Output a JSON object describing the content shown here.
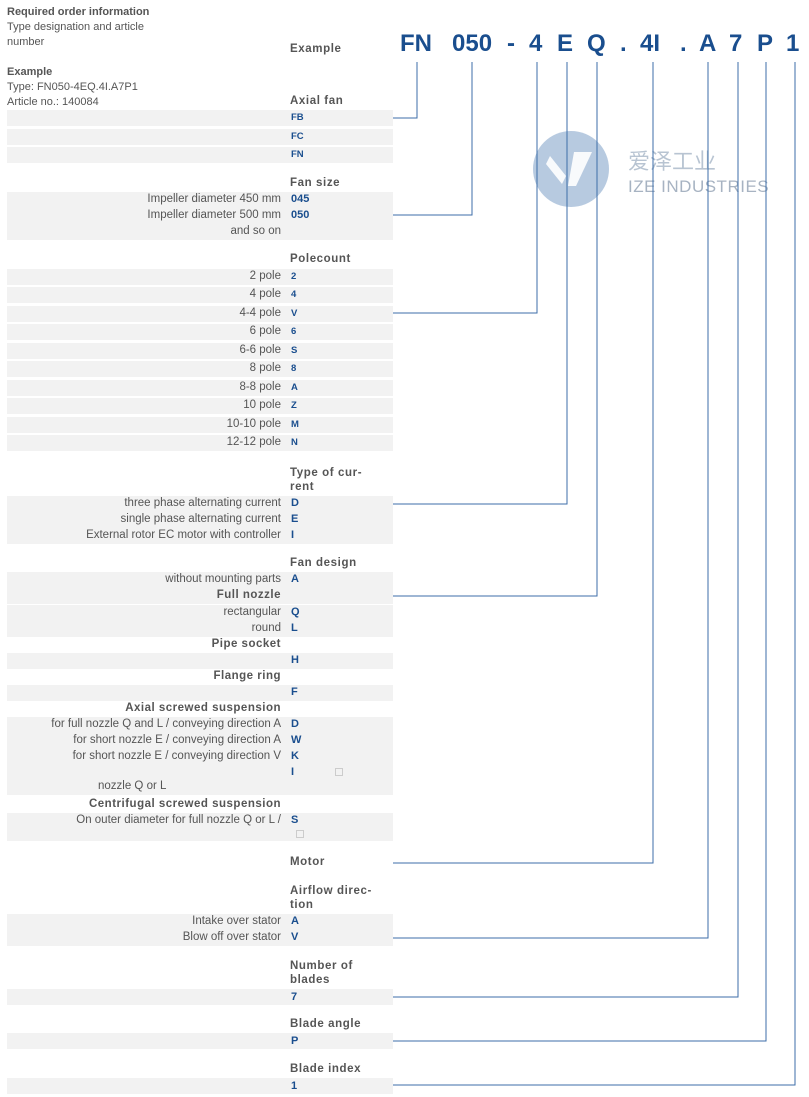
{
  "intro": {
    "required": "Required order information",
    "type_desig": "Type designation and article",
    "number": "number",
    "example": "Example",
    "type_line": "Type: FN050-4EQ.4I.A7P1",
    "article_line": "Article no.: 140084"
  },
  "header_example": "Example",
  "code_parts": [
    "FN",
    "050",
    "-",
    "4",
    "E",
    "Q",
    ".",
    "4I",
    ".",
    "A",
    "7",
    "P",
    "1"
  ],
  "watermark": {
    "cn": "爱泽工业",
    "en": "IZE INDUSTRIES"
  },
  "sections": {
    "axial_fan": {
      "title": "Axial fan",
      "rows": [
        [
          "",
          "FB"
        ],
        [
          "",
          "FC"
        ],
        [
          "",
          "FN"
        ]
      ]
    },
    "fan_size": {
      "title": "Fan size",
      "rows": [
        [
          "Impeller diameter 450 mm",
          "045"
        ],
        [
          "Impeller diameter 500 mm",
          "050"
        ],
        [
          "and so on",
          ""
        ]
      ]
    },
    "polecount": {
      "title": "Polecount",
      "rows": [
        [
          "2 pole",
          "2"
        ],
        [
          "4 pole",
          "4"
        ],
        [
          "4-4 pole",
          "V"
        ],
        [
          "6 pole",
          "6"
        ],
        [
          "6-6 pole",
          "S"
        ],
        [
          "8 pole",
          "8"
        ],
        [
          "8-8 pole",
          "A"
        ],
        [
          "10 pole",
          "Z"
        ],
        [
          "10-10 pole",
          "M"
        ],
        [
          "12-12 pole",
          "N"
        ]
      ]
    },
    "current": {
      "title1": "Type of cur-",
      "title2": "rent",
      "rows": [
        [
          "three phase alternating current",
          "D"
        ],
        [
          "single phase alternating current",
          "E"
        ],
        [
          "External rotor EC motor with controller",
          "I"
        ]
      ]
    },
    "design": {
      "title": "Fan design",
      "r0": [
        "without mounting parts",
        "A"
      ],
      "full_nozzle": "Full nozzle",
      "r1": [
        "rectangular",
        "Q"
      ],
      "r2": [
        "round",
        "L"
      ],
      "pipe_socket": "Pipe socket",
      "r3": [
        "",
        "H"
      ],
      "flange_ring": "Flange ring",
      "r4": [
        "",
        "F"
      ],
      "axial_susp": "Axial screwed suspension",
      "r5": [
        "for full nozzle Q and L / conveying direction A",
        "D"
      ],
      "r6": [
        "for short nozzle E / conveying direction A",
        "W"
      ],
      "r7": [
        "for short nozzle E / conveying direction V",
        "K"
      ],
      "r8": [
        "",
        "I"
      ],
      "r8b": "nozzle Q or L",
      "centrifugal_susp": "Centrifugal screwed suspension",
      "r9": [
        "On outer diameter for full nozzle Q or L /",
        "S"
      ]
    },
    "motor": {
      "title": "Motor"
    },
    "airflow": {
      "title1": "Airflow direc-",
      "title2": "tion",
      "rows": [
        [
          "Intake over stator",
          "A"
        ],
        [
          "Blow off over stator",
          "V"
        ]
      ]
    },
    "blades": {
      "title1": "Number of",
      "title2": "blades",
      "rows": [
        [
          "",
          "7"
        ]
      ]
    },
    "angle": {
      "title": "Blade angle",
      "rows": [
        [
          "",
          "P"
        ]
      ]
    },
    "index": {
      "title": "Blade index",
      "rows": [
        [
          "",
          "1"
        ]
      ]
    }
  },
  "colors": {
    "accent": "#1a4e8e",
    "line": "#3d6ea8",
    "shade": "#f2f2f2",
    "text": "#555555"
  }
}
